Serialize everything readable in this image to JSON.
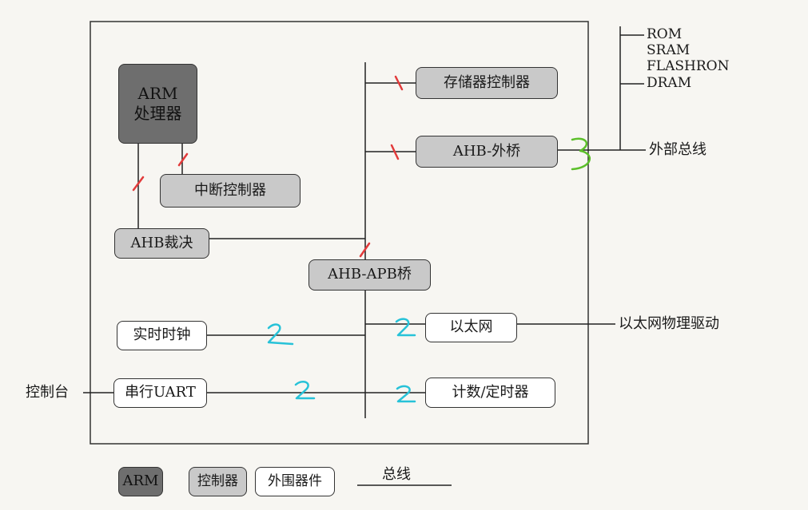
{
  "processor": {
    "line1": "ARM",
    "line2": "处理器"
  },
  "controllers": {
    "memory": "存储器控制器",
    "ahb_ext_bridge": "AHB-外桥",
    "interrupt": "中断控制器",
    "ahb_arbiter": "AHB裁决",
    "ahb_apb_bridge": "AHB-APB桥"
  },
  "peripherals": {
    "rtc": "实时时钟",
    "uart": "串行UART",
    "ethernet": "以太网",
    "timer": "计数/定时器"
  },
  "external": {
    "memories": [
      "ROM",
      "SRAM",
      "FLASHRON",
      "DRAM"
    ],
    "external_bus": "外部总线",
    "ethernet_phy": "以太网物理驱动",
    "console": "控制台"
  },
  "legend": {
    "arm": "ARM",
    "controller": "控制器",
    "peripheral": "外围器件",
    "bus": "总线"
  },
  "handwritten_marks": [
    "1",
    "1",
    "1",
    "1",
    "1",
    "3",
    "2",
    "2",
    "2",
    "2"
  ],
  "colors": {
    "processor_fill": "#6e6e6e",
    "controller_fill": "#c9c9c9",
    "peripheral_fill": "#ffffff",
    "mark_red": "#e23b3b",
    "mark_green": "#5cbf2a",
    "mark_cyan": "#27c2d8"
  }
}
